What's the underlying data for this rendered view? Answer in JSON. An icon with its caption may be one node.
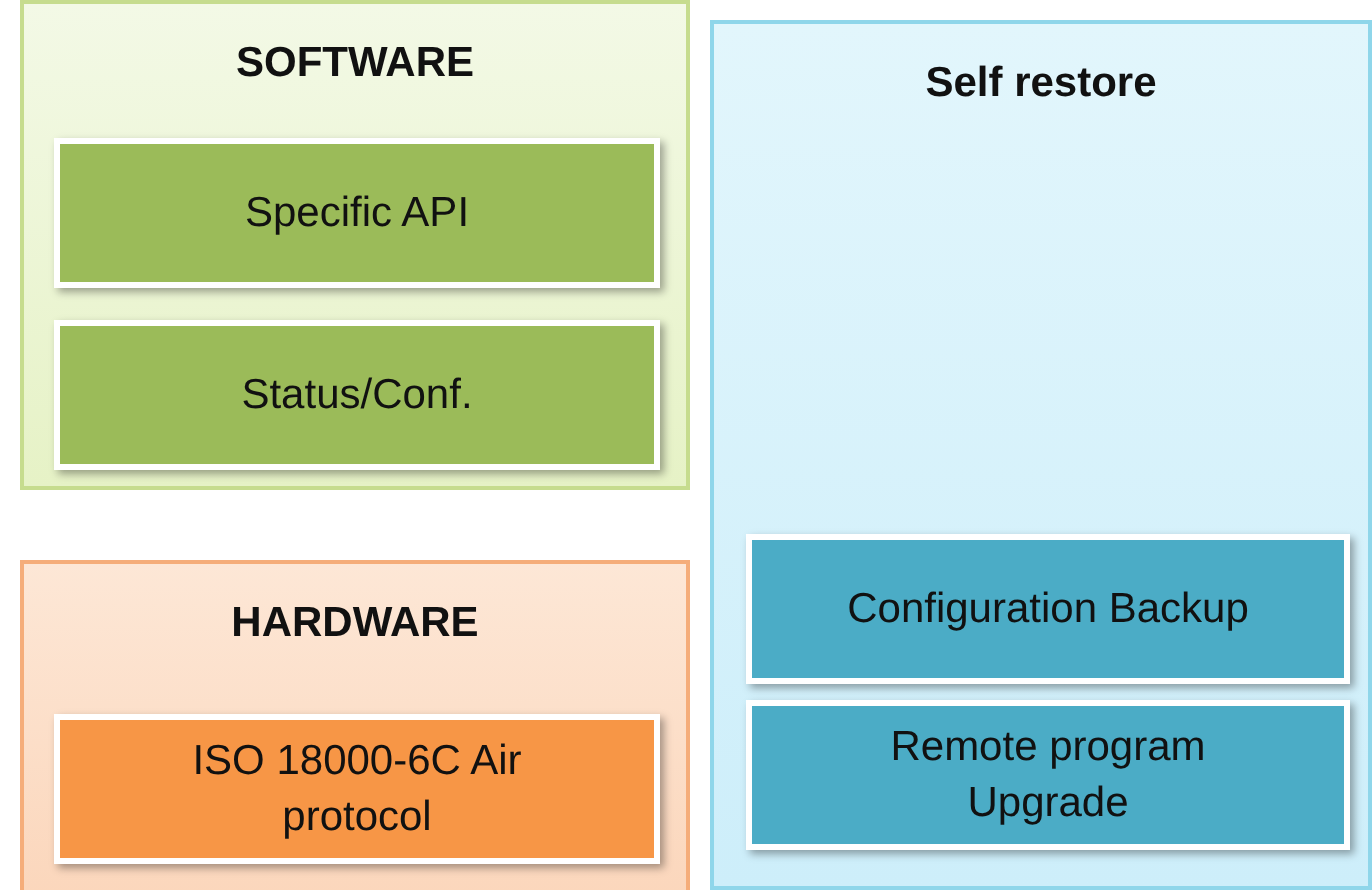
{
  "diagram": {
    "nodes": [
      {
        "text": [
          "SOFTWARE"
        ]
      },
      {
        "text": [
          "Specific API"
        ],
        "in": 0
      },
      {
        "text": [
          "Status/Conf."
        ],
        "in": 0
      },
      {
        "text": [
          "Self restore"
        ]
      },
      {
        "text": [
          "Configuration Backup"
        ],
        "in": 3
      },
      {
        "text": [
          "Remote program Upgrade"
        ],
        "in": 3
      },
      {
        "text": [
          "HARDWARE"
        ]
      },
      {
        "text": [
          "ISO 18000-6C Air protocol"
        ],
        "in": 6
      }
    ]
  }
}
